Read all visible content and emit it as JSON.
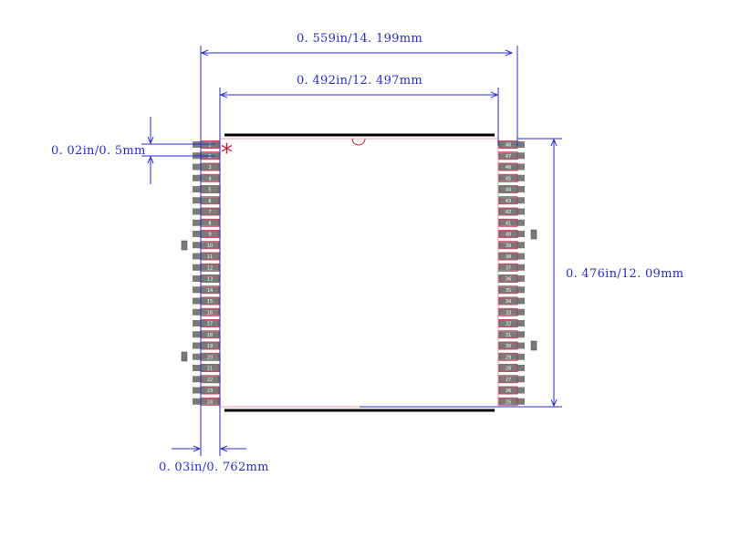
{
  "dimensions": {
    "overall_width": "0. 559in/14. 199mm",
    "body_width": "0. 492in/12. 497mm",
    "pin_pitch": "0. 02in/0. 5mm",
    "body_length": "0. 476in/12. 09mm",
    "lead_width": "0. 03in/0. 762mm"
  },
  "pin1_marker": "*",
  "package": {
    "pins_per_side": 24,
    "left_pins": [
      "1",
      "2",
      "3",
      "4",
      "5",
      "6",
      "7",
      "8",
      "9",
      "10",
      "11",
      "12",
      "13",
      "14",
      "15",
      "16",
      "17",
      "18",
      "19",
      "20",
      "21",
      "22",
      "23",
      "24"
    ],
    "right_pins": [
      "48",
      "47",
      "46",
      "45",
      "44",
      "43",
      "42",
      "41",
      "40",
      "39",
      "38",
      "37",
      "36",
      "35",
      "34",
      "33",
      "32",
      "31",
      "30",
      "29",
      "28",
      "27",
      "26",
      "25"
    ]
  },
  "colors": {
    "dimension": "#2a2ad8",
    "outline": "#c0203a",
    "body_edge": "#000000",
    "pad": "#7a7a7a",
    "marker": "#c0203a"
  }
}
